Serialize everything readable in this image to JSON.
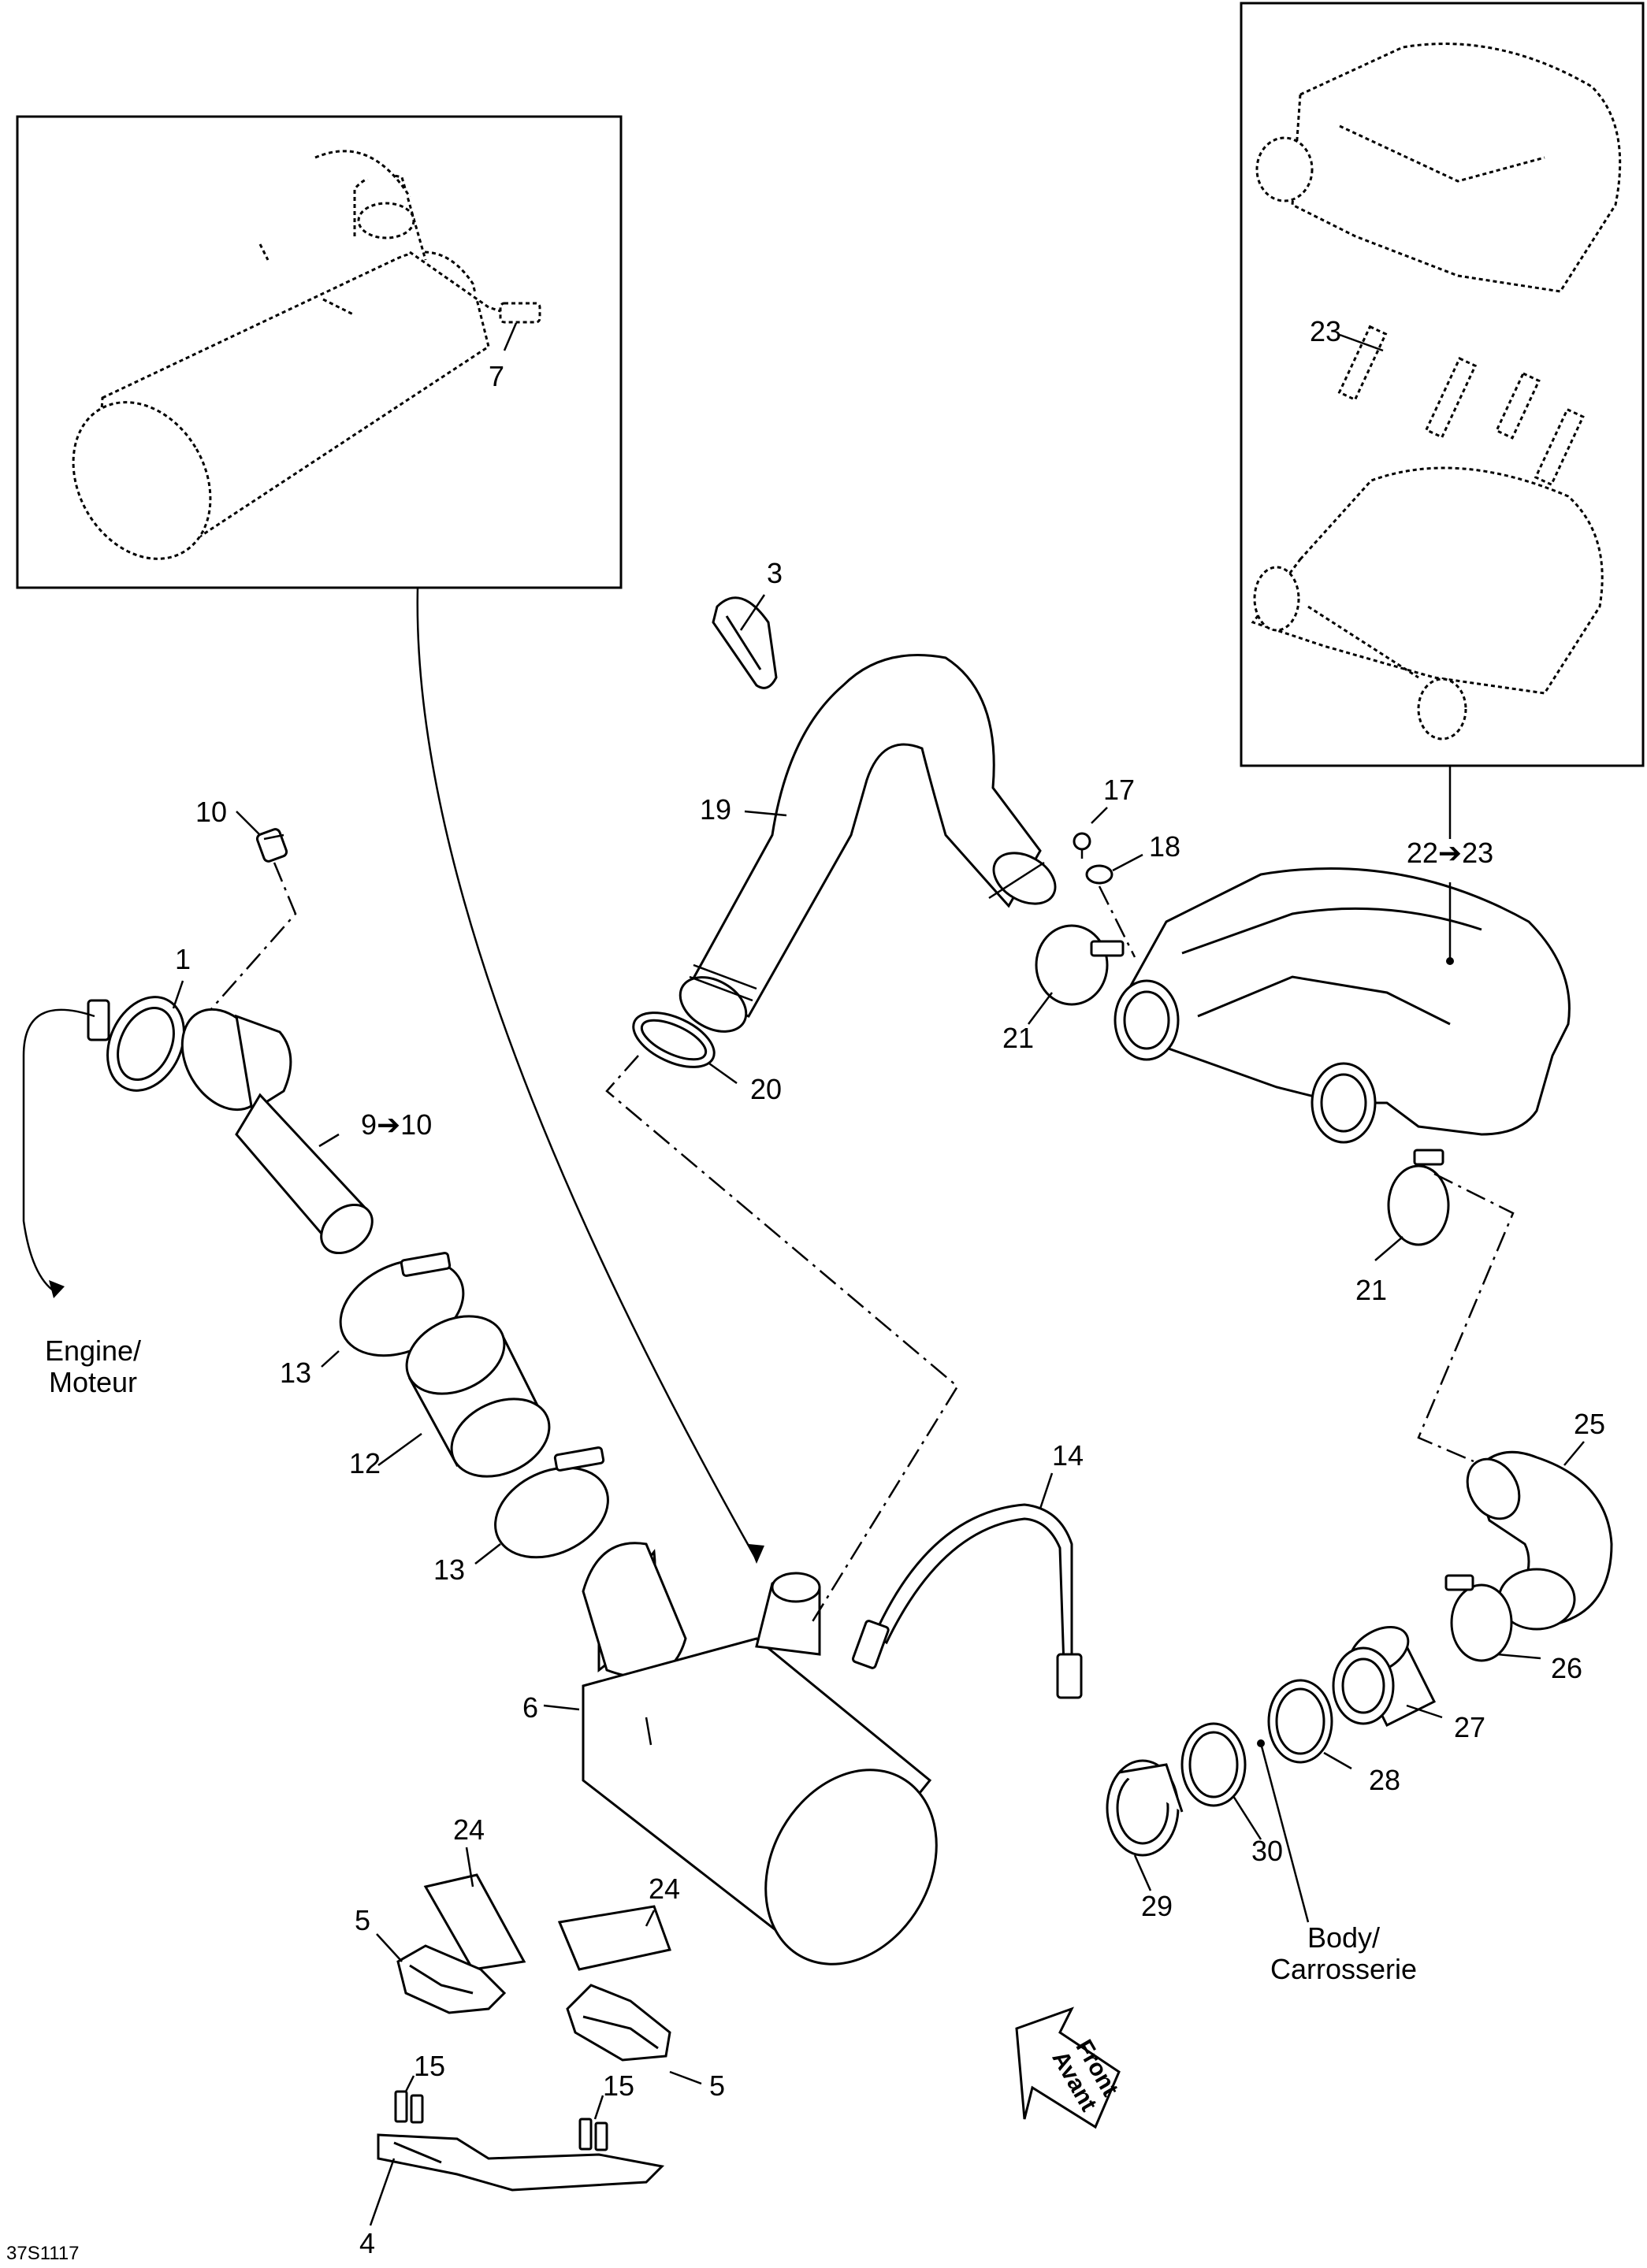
{
  "figure": {
    "drawing_code": "37S1117",
    "notes": {
      "engine": [
        "Engine/",
        "Moteur"
      ],
      "body": [
        "Body/",
        "Carrosserie"
      ],
      "front": [
        "Front",
        "Avant"
      ]
    },
    "callouts": [
      {
        "id": "c1",
        "label": "1"
      },
      {
        "id": "c3",
        "label": "3"
      },
      {
        "id": "c4",
        "label": "4"
      },
      {
        "id": "c5a",
        "label": "5"
      },
      {
        "id": "c5b",
        "label": "5"
      },
      {
        "id": "c6",
        "label": "6"
      },
      {
        "id": "c7",
        "label": "7"
      },
      {
        "id": "c9",
        "label": "9➔10"
      },
      {
        "id": "c10",
        "label": "10"
      },
      {
        "id": "c12",
        "label": "12"
      },
      {
        "id": "c13a",
        "label": "13"
      },
      {
        "id": "c13b",
        "label": "13"
      },
      {
        "id": "c14",
        "label": "14"
      },
      {
        "id": "c15a",
        "label": "15"
      },
      {
        "id": "c15b",
        "label": "15"
      },
      {
        "id": "c17",
        "label": "17"
      },
      {
        "id": "c18",
        "label": "18"
      },
      {
        "id": "c19",
        "label": "19"
      },
      {
        "id": "c20",
        "label": "20"
      },
      {
        "id": "c21a",
        "label": "21"
      },
      {
        "id": "c21b",
        "label": "21"
      },
      {
        "id": "c22",
        "label": "22➔23"
      },
      {
        "id": "c23",
        "label": "23"
      },
      {
        "id": "c24a",
        "label": "24"
      },
      {
        "id": "c24b",
        "label": "24"
      },
      {
        "id": "c25",
        "label": "25"
      },
      {
        "id": "c26",
        "label": "26"
      },
      {
        "id": "c27",
        "label": "27"
      },
      {
        "id": "c28",
        "label": "28"
      },
      {
        "id": "c29",
        "label": "29"
      },
      {
        "id": "c30",
        "label": "30"
      }
    ]
  }
}
